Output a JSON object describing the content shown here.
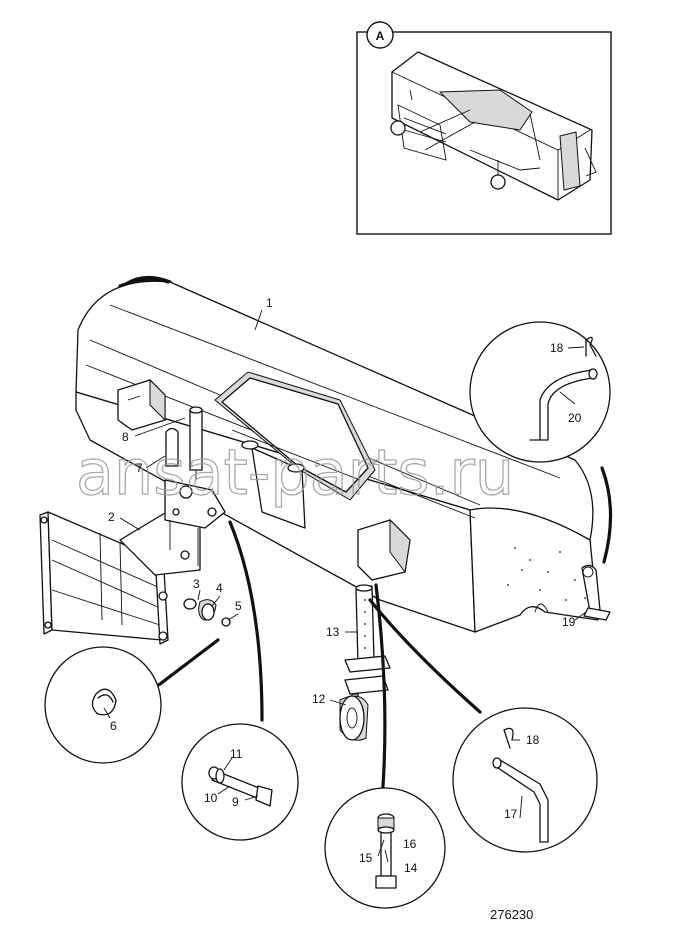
{
  "inset": {
    "badge": "A"
  },
  "watermark": "ansat-parts.ru",
  "drawing_number": "276230",
  "corner_mark": "",
  "callouts": {
    "c1": "1",
    "c2": "2",
    "c3": "3",
    "c4": "4",
    "c5": "5",
    "c6": "6",
    "c7": "7",
    "c8": "8",
    "c9": "9",
    "c10": "10",
    "c11": "11",
    "c12": "12",
    "c13": "13",
    "c14": "14",
    "c15": "15",
    "c16": "16",
    "c17": "17",
    "c18a": "18",
    "c18b": "18",
    "c19": "19",
    "c20": "20"
  }
}
